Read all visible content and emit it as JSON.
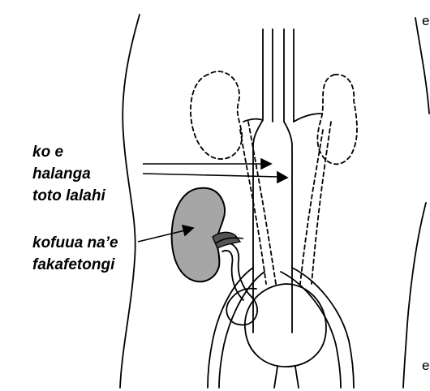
{
  "edge_fragments": {
    "top": "e",
    "bottom": "e"
  },
  "labels": {
    "vessels": [
      "ko e",
      "halanga",
      "toto lalahi"
    ],
    "transplant_kidney": [
      "kofuua na’e",
      "fakafetongi"
    ]
  },
  "colors": {
    "ink": "#000000",
    "kidney_fill": "#a6a6a6",
    "background": "#ffffff"
  }
}
